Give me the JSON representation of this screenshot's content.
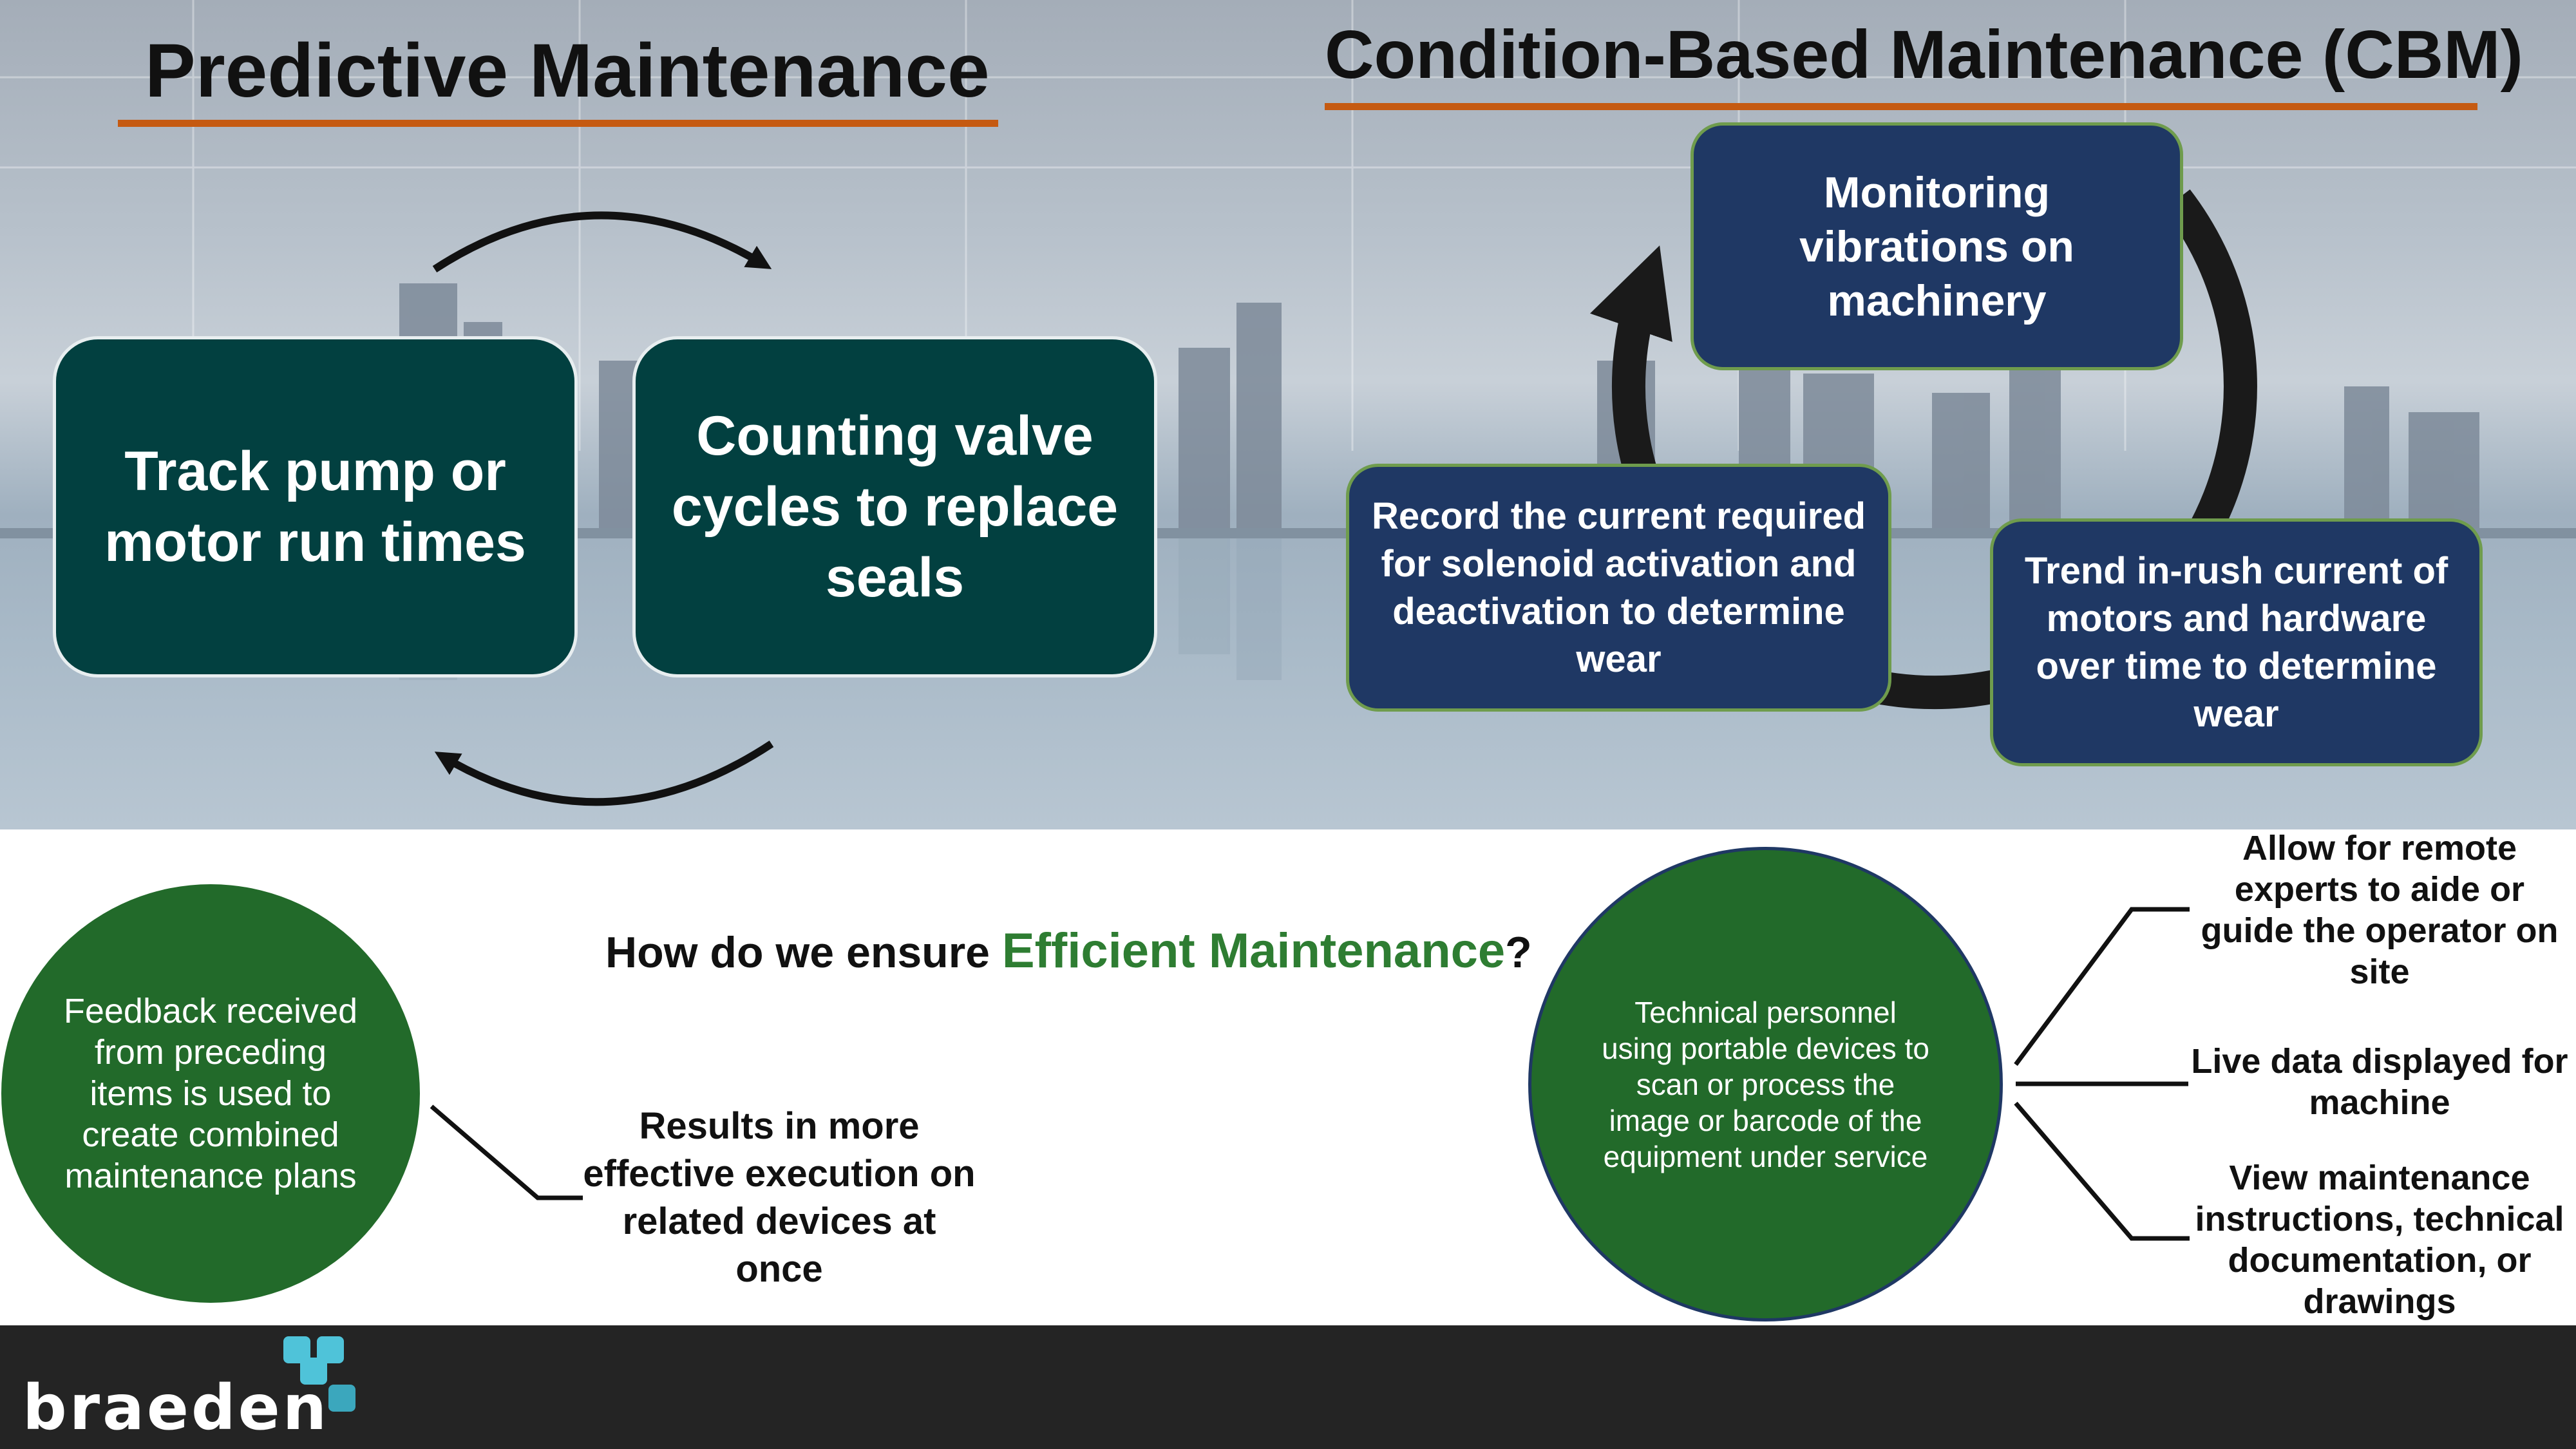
{
  "predictive": {
    "title": "Predictive Maintenance",
    "box_left": "Track pump or motor run times",
    "box_right": "Counting valve cycles to replace seals"
  },
  "cbm": {
    "title": "Condition-Based Maintenance (CBM)",
    "top": "Monitoring vibrations on machinery",
    "left": "Record the current required for solenoid activation and deactivation to determine wear",
    "right": "Trend in-rush current of motors and hardware over time to determine wear"
  },
  "question": {
    "prefix": "How do we ensure ",
    "highlight": "Efficient Maintenance",
    "suffix": "?"
  },
  "feedback": {
    "circle": "Feedback received from preceding items is used to create combined maintenance plans",
    "result": "Results in more effective execution on related devices at once"
  },
  "technical": {
    "circle": "Technical personnel using portable devices to scan or process the image or barcode of the equipment under service",
    "items": [
      "Allow for remote experts to aide or guide the operator on site",
      "Live data displayed for machine",
      "View maintenance instructions, technical documentation, or drawings"
    ]
  },
  "brand": {
    "logo": "braeden"
  },
  "colors": {
    "rule": "#c55a11",
    "teal_box": "#024040",
    "navy_box": "#1f3864",
    "green_circle": "#226a2a",
    "highlight_text": "#2e7d32",
    "logo_accent": "#4fc3d9"
  }
}
